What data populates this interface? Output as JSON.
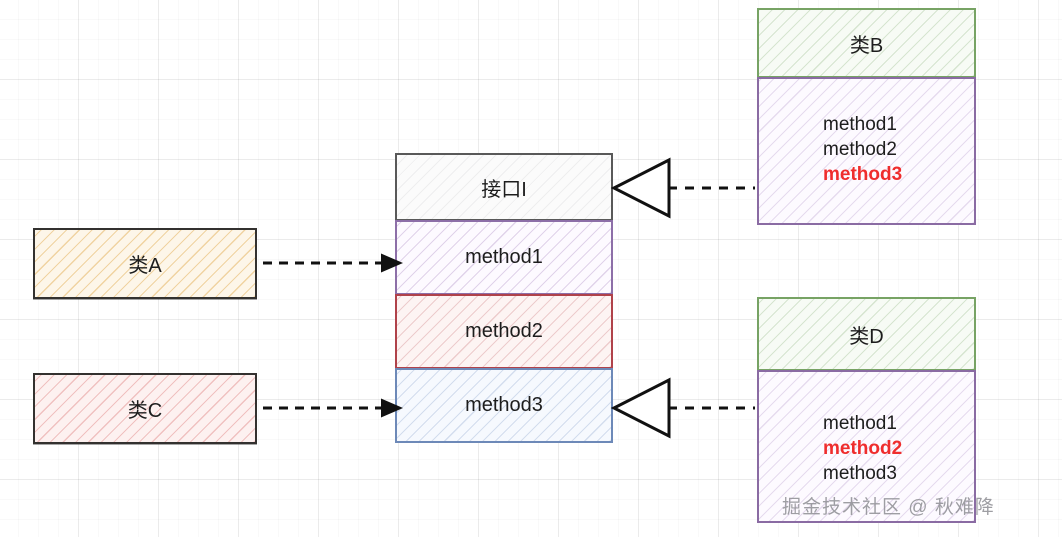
{
  "diagram": {
    "title": "interface-segregation-uml",
    "watermark": "掘金技术社区 @ 秋难降",
    "colors": {
      "green_header_border": "#77a364",
      "purple_body_border": "#8a6ba3",
      "violet_row_border": "#8d6fa8",
      "red_row_border": "#b0424a",
      "blue_row_border": "#6d89b8",
      "black_border": "#33312f",
      "highlight_text": "#ef2d2d"
    }
  },
  "interface": {
    "header": "接口I",
    "rows": [
      {
        "label": "method1",
        "style": "row-violet"
      },
      {
        "label": "method2",
        "style": "row-red"
      },
      {
        "label": "method3",
        "style": "row-blue"
      }
    ]
  },
  "left_classes": [
    {
      "label": "类A",
      "fill": "hatch-amber"
    },
    {
      "label": "类C",
      "fill": "hatch-rose"
    }
  ],
  "right_classes": [
    {
      "header": "类B",
      "methods": [
        {
          "label": "method1",
          "highlight": false
        },
        {
          "label": "method2",
          "highlight": false
        },
        {
          "label": "method3",
          "highlight": true
        }
      ]
    },
    {
      "header": "类D",
      "methods": [
        {
          "label": "method1",
          "highlight": false
        },
        {
          "label": "method2",
          "highlight": true
        },
        {
          "label": "method3",
          "highlight": false
        }
      ]
    }
  ],
  "connectors": {
    "dependency_upper": "类A 依赖 method1",
    "dependency_lower": "类C 依赖 method3",
    "realization_upper": "类B 实现 接口I",
    "realization_lower": "类D 实现 接口I"
  }
}
